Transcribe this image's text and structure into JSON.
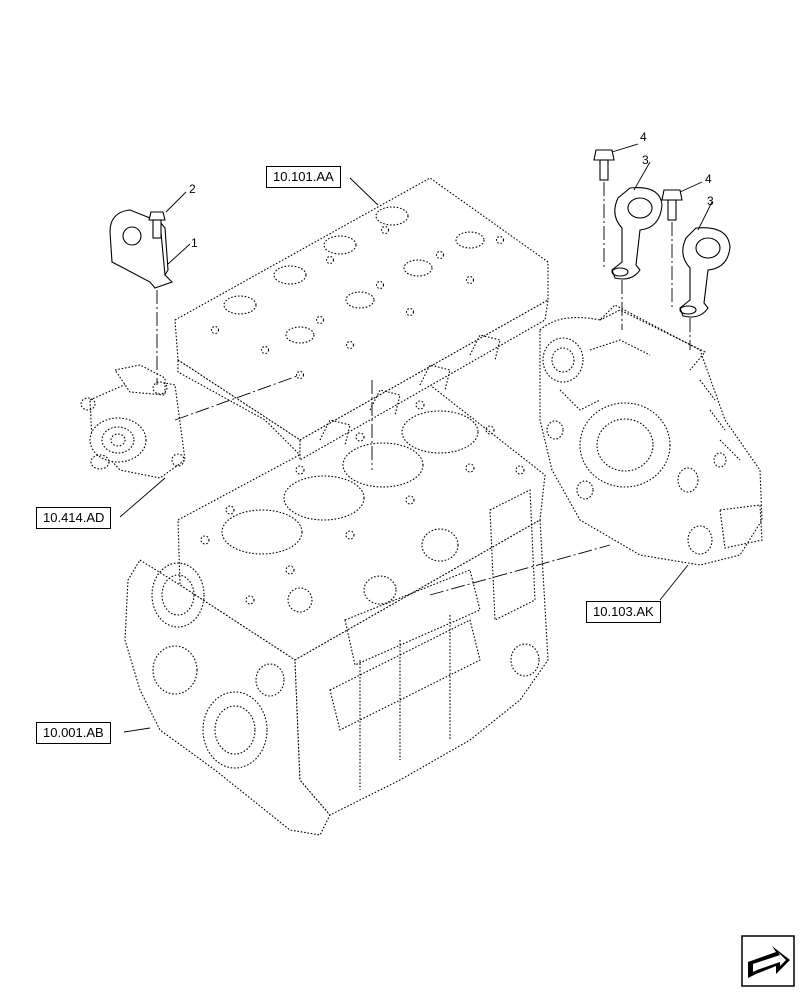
{
  "references": {
    "cylinder_head": "10.101.AA",
    "water_pump": "10.414.AD",
    "flywheel_housing": "10.103.AK",
    "engine_block": "10.001.AB"
  },
  "callouts": {
    "bracket": "1",
    "bracket_bolt": "2",
    "lifting_eye_a": "3",
    "lifting_eye_b": "3",
    "lifting_bolt_a": "4",
    "lifting_bolt_b": "4"
  },
  "icons": {
    "navigation": "arrow-page-icon"
  }
}
